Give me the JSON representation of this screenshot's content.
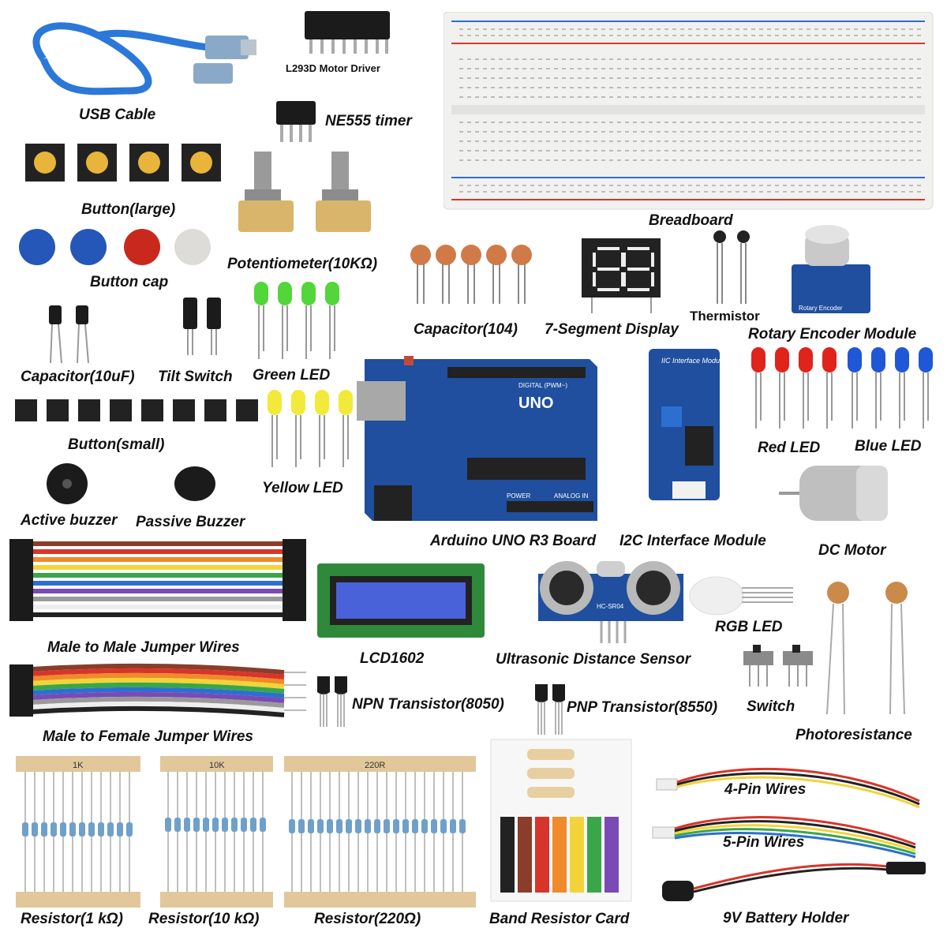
{
  "labels": {
    "usb_cable": "USB Cable",
    "motor_driver": "L293D Motor Driver",
    "ne555": "NE555 timer",
    "button_large": "Button(large)",
    "button_cap": "Button cap",
    "potentiometer": "Potentiometer(10KΩ)",
    "breadboard": "Breadboard",
    "capacitor_104": "Capacitor(104)",
    "seven_segment": "7-Segment Display",
    "thermistor": "Thermistor",
    "rotary_encoder": "Rotary Encoder Module",
    "capacitor_10uf": "Capacitor(10uF)",
    "tilt_switch": "Tilt Switch",
    "green_led": "Green LED",
    "button_small": "Button(small)",
    "yellow_led": "Yellow LED",
    "red_led": "Red LED",
    "blue_led": "Blue LED",
    "active_buzzer": "Active buzzer",
    "passive_buzzer": "Passive Buzzer",
    "arduino": "Arduino UNO R3 Board",
    "i2c": "I2C Interface Module",
    "dc_motor": "DC Motor",
    "mm_wires": "Male to Male Jumper Wires",
    "lcd": "LCD1602",
    "ultrasonic": "Ultrasonic Distance Sensor",
    "rgb_led": "RGB LED",
    "switch": "Switch",
    "npn": "NPN Transistor(8050)",
    "pnp": "PNP Transistor(8550)",
    "mf_wires": "Male to Female Jumper Wires",
    "photoresistance": "Photoresistance",
    "pin4_wires": "4-Pin Wires",
    "pin5_wires": "5-Pin Wires",
    "resistor_1k": "Resistor(1 kΩ)",
    "resistor_10k": "Resistor(10 kΩ)",
    "resistor_220": "Resistor(220Ω)",
    "band_card": "Band Resistor Card",
    "battery_holder": "9V Battery Holder"
  },
  "board_text": {
    "uno": "UNO",
    "digital": "DIGITAL (PWM~)",
    "power": "POWER",
    "analog": "ANALOG IN",
    "iic": "IIC Interface Module",
    "rotary": "Rotary Encoder",
    "hc": "HC-SR04",
    "res_1k": "1K",
    "res_10k": "10K",
    "res_220": "220R"
  },
  "colors": {
    "board_blue": "#1f4f9e",
    "led_red": "#e0231b",
    "led_blue": "#1f57d6",
    "led_green": "#52d63a",
    "led_yellow": "#f2ea3a",
    "wire_red": "#d8352a"
  }
}
